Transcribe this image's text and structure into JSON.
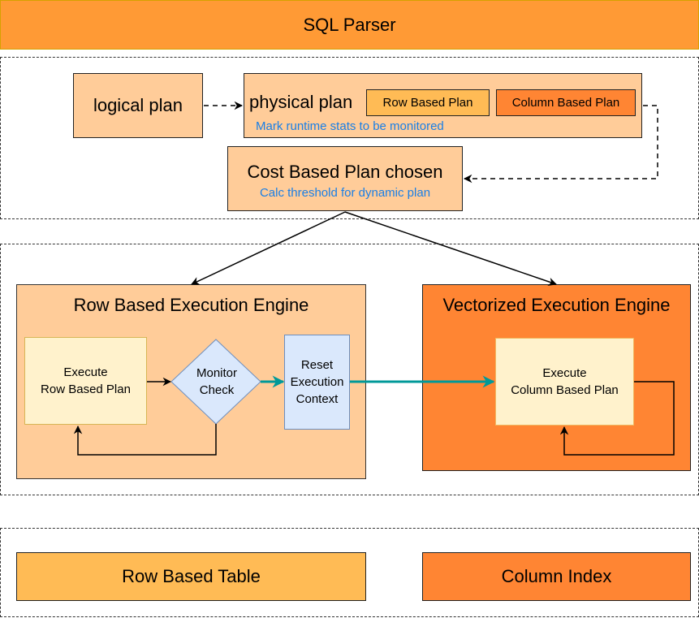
{
  "sql_parser": {
    "label": "SQL Parser"
  },
  "planning": {
    "logical_plan": "logical plan",
    "physical_plan": {
      "title": "physical plan",
      "subtitle": "Mark runtime stats to be monitored",
      "row_plan": "Row Based Plan",
      "column_plan": "Column Based Plan"
    },
    "cost_plan": {
      "title": "Cost Based Plan chosen",
      "subtitle": "Calc threshold for dynamic plan"
    }
  },
  "execution": {
    "row_engine": {
      "title": "Row Based Execution Engine",
      "execute_line1": "Execute",
      "execute_line2": "Row Based Plan",
      "monitor_line1": "Monitor",
      "monitor_line2": "Check",
      "reset_line1": "Reset",
      "reset_line2": "Execution",
      "reset_line3": "Context"
    },
    "vector_engine": {
      "title": "Vectorized Execution Engine",
      "execute_line1": "Execute",
      "execute_line2": "Column Based Plan"
    }
  },
  "storage": {
    "row_table": "Row Based Table",
    "column_index": "Column Index"
  },
  "colors": {
    "sql_parser": "#ff9a35",
    "peach": "#ffcc99",
    "row_plan": "#ffbb55",
    "column_plan": "#ff8533",
    "note_text": "#1a7fe6",
    "switch_arrow": "#009999",
    "execute_box": "#fff2cc",
    "monitor_box": "#dae8fc"
  }
}
